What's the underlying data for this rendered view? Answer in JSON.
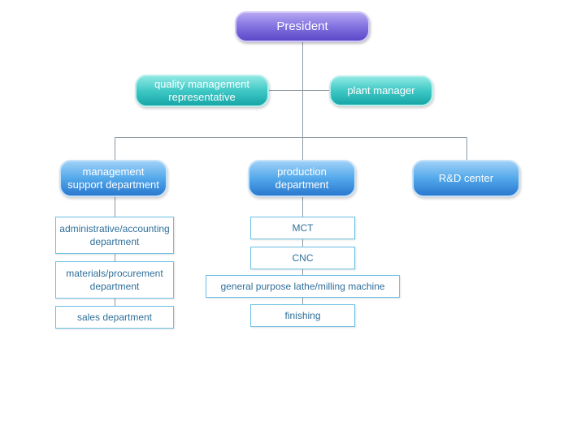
{
  "chart": {
    "president": "President",
    "quality_rep_line1": "quality management",
    "quality_rep_line2": "representative",
    "plant_manager": "plant manager",
    "management_line1": "management",
    "management_line2": "support department",
    "production_line1": "production",
    "production_line2": "department",
    "rnd_center": "R&D center",
    "admin_line1": "administrative/accounting",
    "admin_line2": "department",
    "materials_line1": "materials/procurement",
    "materials_line2": "department",
    "sales": "sales department",
    "mct": "MCT",
    "cnc": "CNC",
    "lathe": "general purpose lathe/milling machine",
    "finishing": "finishing"
  },
  "colors": {
    "connector": "#8f9aa3",
    "president": "#7a68dc",
    "teal": "#2fbcb9",
    "blue": "#3a90de",
    "box_border": "#6cc1e4",
    "box_text": "#2f6f9a"
  }
}
